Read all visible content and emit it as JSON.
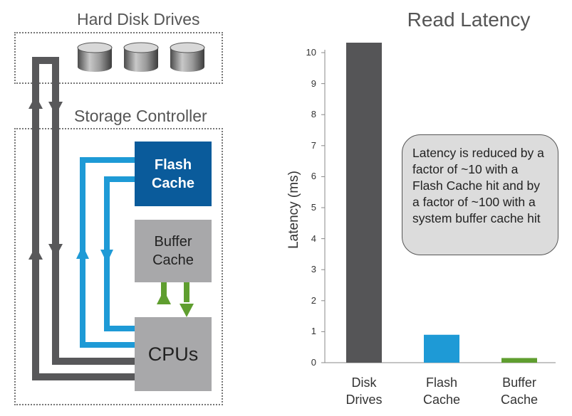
{
  "diagram": {
    "hdd_label": "Hard Disk Drives",
    "controller_label": "Storage Controller",
    "flash_label": "Flash\nCache",
    "buffer_label": "Buffer\nCache",
    "cpu_label": "CPUs",
    "colors": {
      "dark_path": "#58585a",
      "flash_path": "#1e9ad6",
      "buffer_path": "#5f9e2f",
      "flash_block": "#0a5b9b",
      "gray_block": "#a8a8aa"
    }
  },
  "chart_data": {
    "type": "bar",
    "title": "Read Latency",
    "ylabel": "Latency (ms)",
    "xlabel": "",
    "ylim": [
      0,
      10
    ],
    "yticks": [
      0,
      1,
      2,
      3,
      4,
      5,
      6,
      7,
      8,
      9,
      10
    ],
    "categories": [
      "Disk\nDrives",
      "Flash\nCache",
      "Buffer\nCache"
    ],
    "values": [
      10.5,
      0.9,
      0.15
    ],
    "colors": [
      "#555557",
      "#1e9ad6",
      "#5f9e2f"
    ],
    "annotation": "Latency is reduced by a factor of ~10 with a Flash Cache hit and by a factor of ~100 with a system buffer cache hit",
    "grid": false
  }
}
